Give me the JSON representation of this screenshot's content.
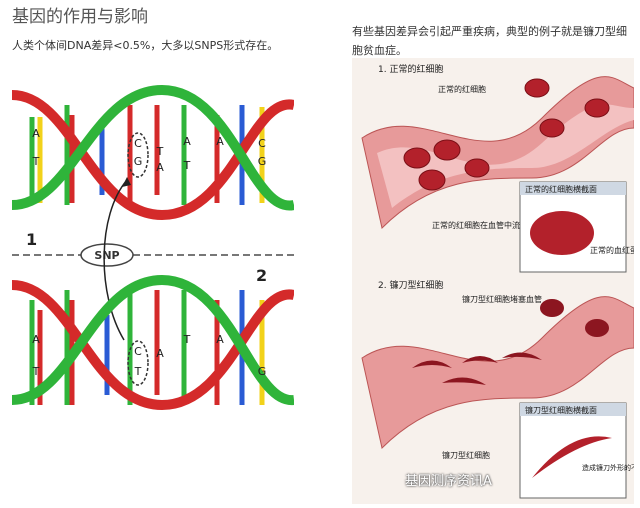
{
  "header": {
    "title": "基因的作用与影响"
  },
  "left": {
    "description": "人类个体间DNA差异<0.5%，大多以SNPS形式存在。",
    "figure": {
      "label_top": "1",
      "label_bottom": "2",
      "snp_label": "SNP",
      "top_bases": [
        "A",
        "T",
        "C",
        "G",
        "T",
        "A",
        "A",
        "T",
        "A",
        "C",
        "G"
      ],
      "top_bases_upper": [
        "A",
        "T",
        "C",
        "T",
        "A",
        "A",
        "C"
      ],
      "bottom_bases": [
        "A",
        "T",
        "C",
        "T",
        "A",
        "T",
        "A",
        "G"
      ]
    }
  },
  "right": {
    "description": "有些基因差异会引起严重疾病，典型的例子就是镰刀型细胞贫血症。",
    "section1_title": "1. 正常的红细胞",
    "normal_cell_label": "正常的红细胞",
    "normal_flow_label": "正常的红细胞在血管中流畅移动",
    "normal_cross_title": "正常的红细胞横截面",
    "normal_hb_label": "正常的血红蛋白",
    "section2_title": "2. 镰刀型红细胞",
    "sickle_block_label": "镰刀型红细胞堵塞血管",
    "sickle_cell_label": "镰刀型红细胞",
    "sickle_cross_title": "镰刀型红细胞横截面",
    "sickle_hb_label": "造成镰刀外形的不正常血红蛋白"
  },
  "watermark": {
    "text": "基因测序资讯A"
  },
  "colors": {
    "green": "#2fb43a",
    "red": "#d42a2a",
    "blue": "#2a5bd4",
    "yellow": "#f2d21a",
    "vessel": "#e79a9a",
    "cell": "#b3212b"
  }
}
